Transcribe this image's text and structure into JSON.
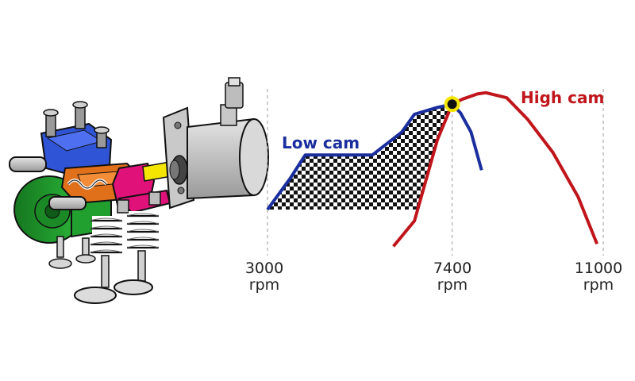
{
  "chart_data": {
    "type": "line",
    "xlim": [
      3000,
      11000
    ],
    "ylim": [
      0,
      100
    ],
    "grid": false,
    "x_ticks": [
      {
        "value": 3000,
        "label": "3000",
        "unit": "rpm"
      },
      {
        "value": 7400,
        "label": "7400",
        "unit": "rpm"
      },
      {
        "value": 11000,
        "label": "11000",
        "unit": "rpm"
      }
    ],
    "series": [
      {
        "name": "Low cam",
        "color": "#1a2e9e",
        "x": [
          3000,
          3550,
          3900,
          5500,
          6200,
          6500,
          7000,
          7400,
          7600,
          7850,
          8100
        ],
        "y": [
          15,
          40,
          58,
          58,
          76,
          90,
          95,
          98,
          91,
          76,
          46
        ]
      },
      {
        "name": "High cam",
        "color": "#c0151b",
        "x": [
          6000,
          6500,
          7050,
          7400,
          7650,
          8000,
          8200,
          8700,
          9200,
          9800,
          10400,
          10850
        ],
        "y": [
          -14,
          6,
          70,
          98,
          102,
          106,
          107,
          103,
          86,
          60,
          25,
          -12
        ]
      }
    ],
    "crossover": {
      "x": 7400,
      "y": 98
    },
    "shaded_region": "area between Low cam and High cam below 7400 rpm"
  },
  "diagram": {
    "component_colors": {
      "rocker_blue": "#2f54d6",
      "rocker_orange": "#e0701a",
      "rocker_magenta": "#e0127a",
      "cam_green": "#1f9a2a",
      "actuator_gray": "#bfbfbf",
      "pin_yellow": "#f4e600",
      "spring_white": "#f2f2f2"
    }
  }
}
